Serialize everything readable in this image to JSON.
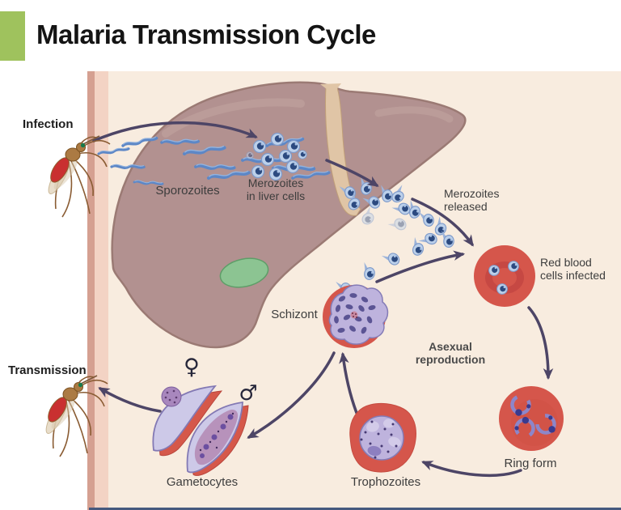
{
  "header": {
    "title": "Malaria Transmission Cycle"
  },
  "side_labels": {
    "infection": "Infection",
    "transmission": "Transmission"
  },
  "stage_labels": {
    "sporozoites": "Sporozoites",
    "merozoites_liver": "Merozoites\nin liver cells",
    "merozoites_released": "Merozoites\nreleased",
    "rbc_infected": "Red blood\ncells infected",
    "ring_form": "Ring form",
    "trophozoites": "Trophozoites",
    "schizont": "Schizont",
    "gametocytes": "Gametocytes",
    "asexual_reproduction": "Asexual\nreproduction",
    "female_symbol": "♀",
    "male_symbol": "♂"
  },
  "colors": {
    "accent_green": "#9fc25d",
    "background_cream": "#f8ecdf",
    "skin_band_dark": "#d5a091",
    "skin_band_light": "#f3d3c4",
    "liver": "#b29190",
    "gallbladder_green": "#8cc492",
    "red_blood_cell": "#d5564b",
    "parasite_lavender": "#beb3dd",
    "parasite_navy": "#2c4a80",
    "arrow_purple": "#4d4566",
    "sporozoite_blue": "#5d87c6"
  }
}
